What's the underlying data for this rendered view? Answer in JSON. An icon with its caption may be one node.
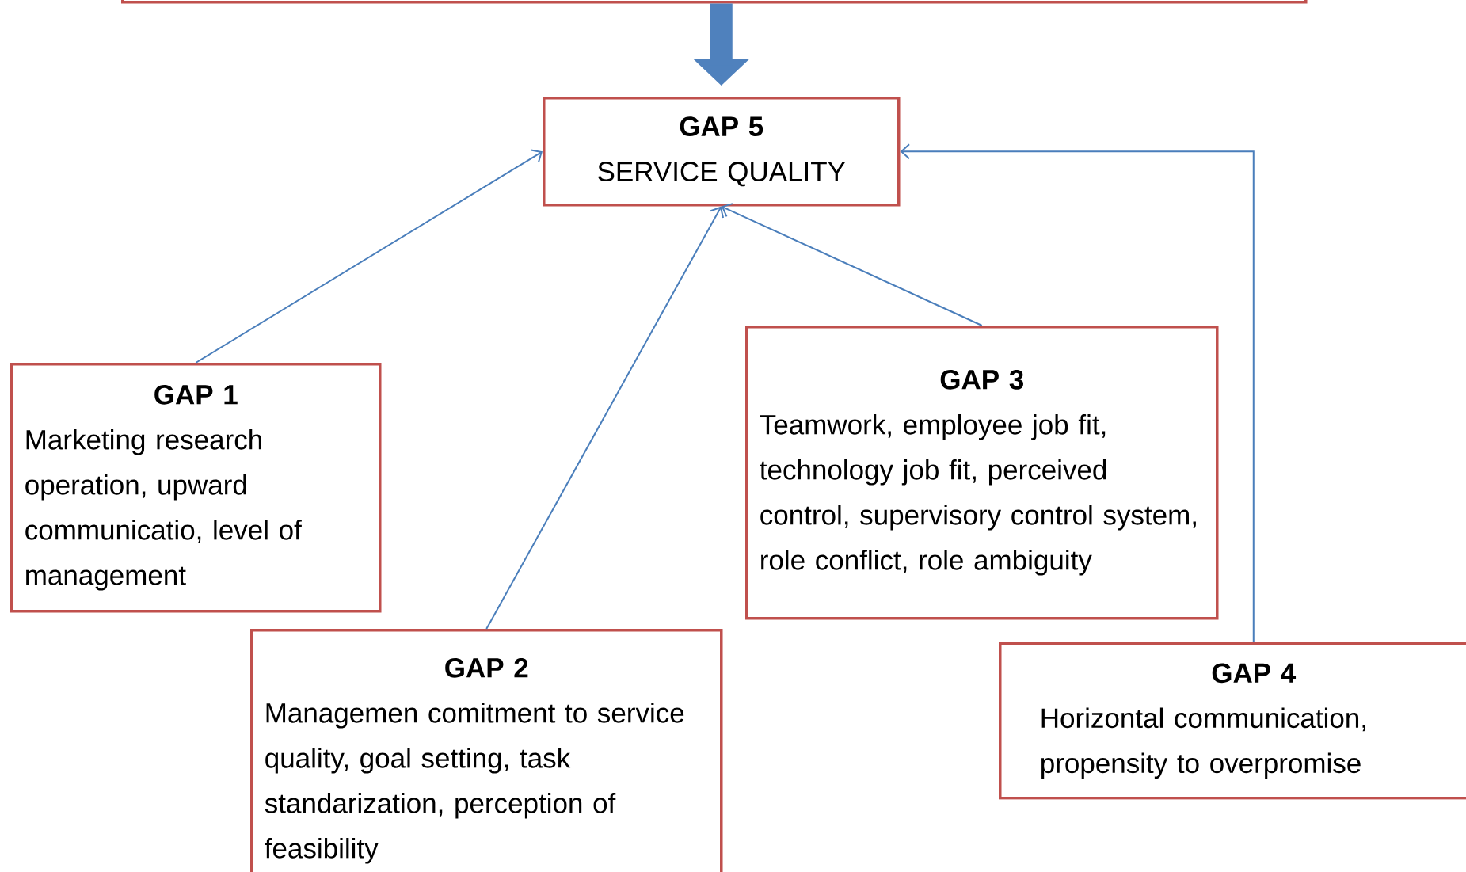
{
  "diagram": {
    "nodes": [
      {
        "text": [],
        "shape": "box"
      },
      {
        "text": [
          "GAP 5",
          "SERVICE QUALITY"
        ]
      },
      {
        "text": [
          "GAP 1",
          "Marketing research operation, upward communicatio, level of management"
        ]
      },
      {
        "text": [
          "GAP 2",
          "Managemen comitment to service quality, goal setting, task standarization, perception of feasibility"
        ]
      },
      {
        "text": [
          "GAP 3",
          "Teamwork, employee job fit, technology job fit, perceived control, supervisory control system, role conflict, role ambiguity"
        ]
      },
      {
        "text": [
          "GAP 4",
          "Horizontal communication, propensity to overpromise"
        ]
      }
    ],
    "edges": [
      {
        "from": 0,
        "to": 1,
        "arrow": "to",
        "style": "thick"
      },
      {
        "from": 2,
        "to": 1,
        "arrow": "to"
      },
      {
        "from": 3,
        "to": 1,
        "arrow": "to"
      },
      {
        "from": 4,
        "to": 1,
        "arrow": "to"
      },
      {
        "from": 5,
        "to": 1,
        "arrow": "to"
      }
    ]
  }
}
